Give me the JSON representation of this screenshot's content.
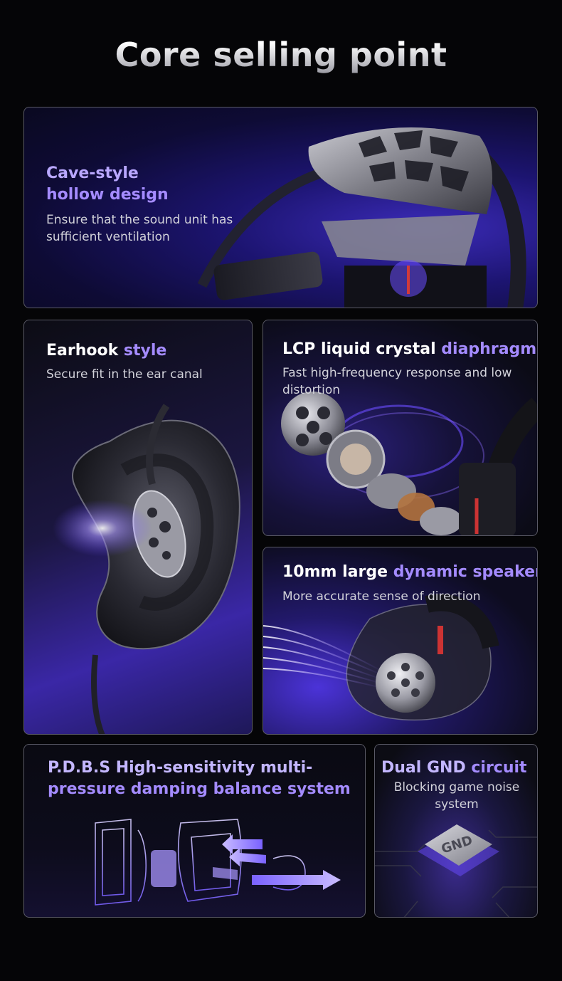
{
  "page": {
    "title": "Core selling point"
  },
  "features": {
    "cave": {
      "heading_line1": "Cave-style",
      "heading_line2": "hollow design",
      "description": "Ensure that the sound unit has sufficient ventilation"
    },
    "earhook": {
      "heading_white": "Earhook",
      "heading_purple": "style",
      "description": "Secure fit in the ear canal"
    },
    "lcp": {
      "heading_white": "LCP liquid crystal",
      "heading_purple": "diaphragm",
      "description": "Fast high-frequency response and low distortion"
    },
    "speaker": {
      "heading_white": "10mm large",
      "heading_purple": "dynamic speaker",
      "description": "More accurate sense of direction"
    },
    "pdbs": {
      "heading_line1": "P.D.B.S High-sensitivity multi-",
      "heading_line2": "pressure damping balance system"
    },
    "gnd": {
      "heading_white": "Dual GND",
      "heading_purple": "circuit",
      "description": "Blocking game noise system",
      "chip_label": "GND"
    }
  },
  "colors": {
    "accent": "#a48bff",
    "heading_light": "#ffffff",
    "background": "#050507"
  }
}
